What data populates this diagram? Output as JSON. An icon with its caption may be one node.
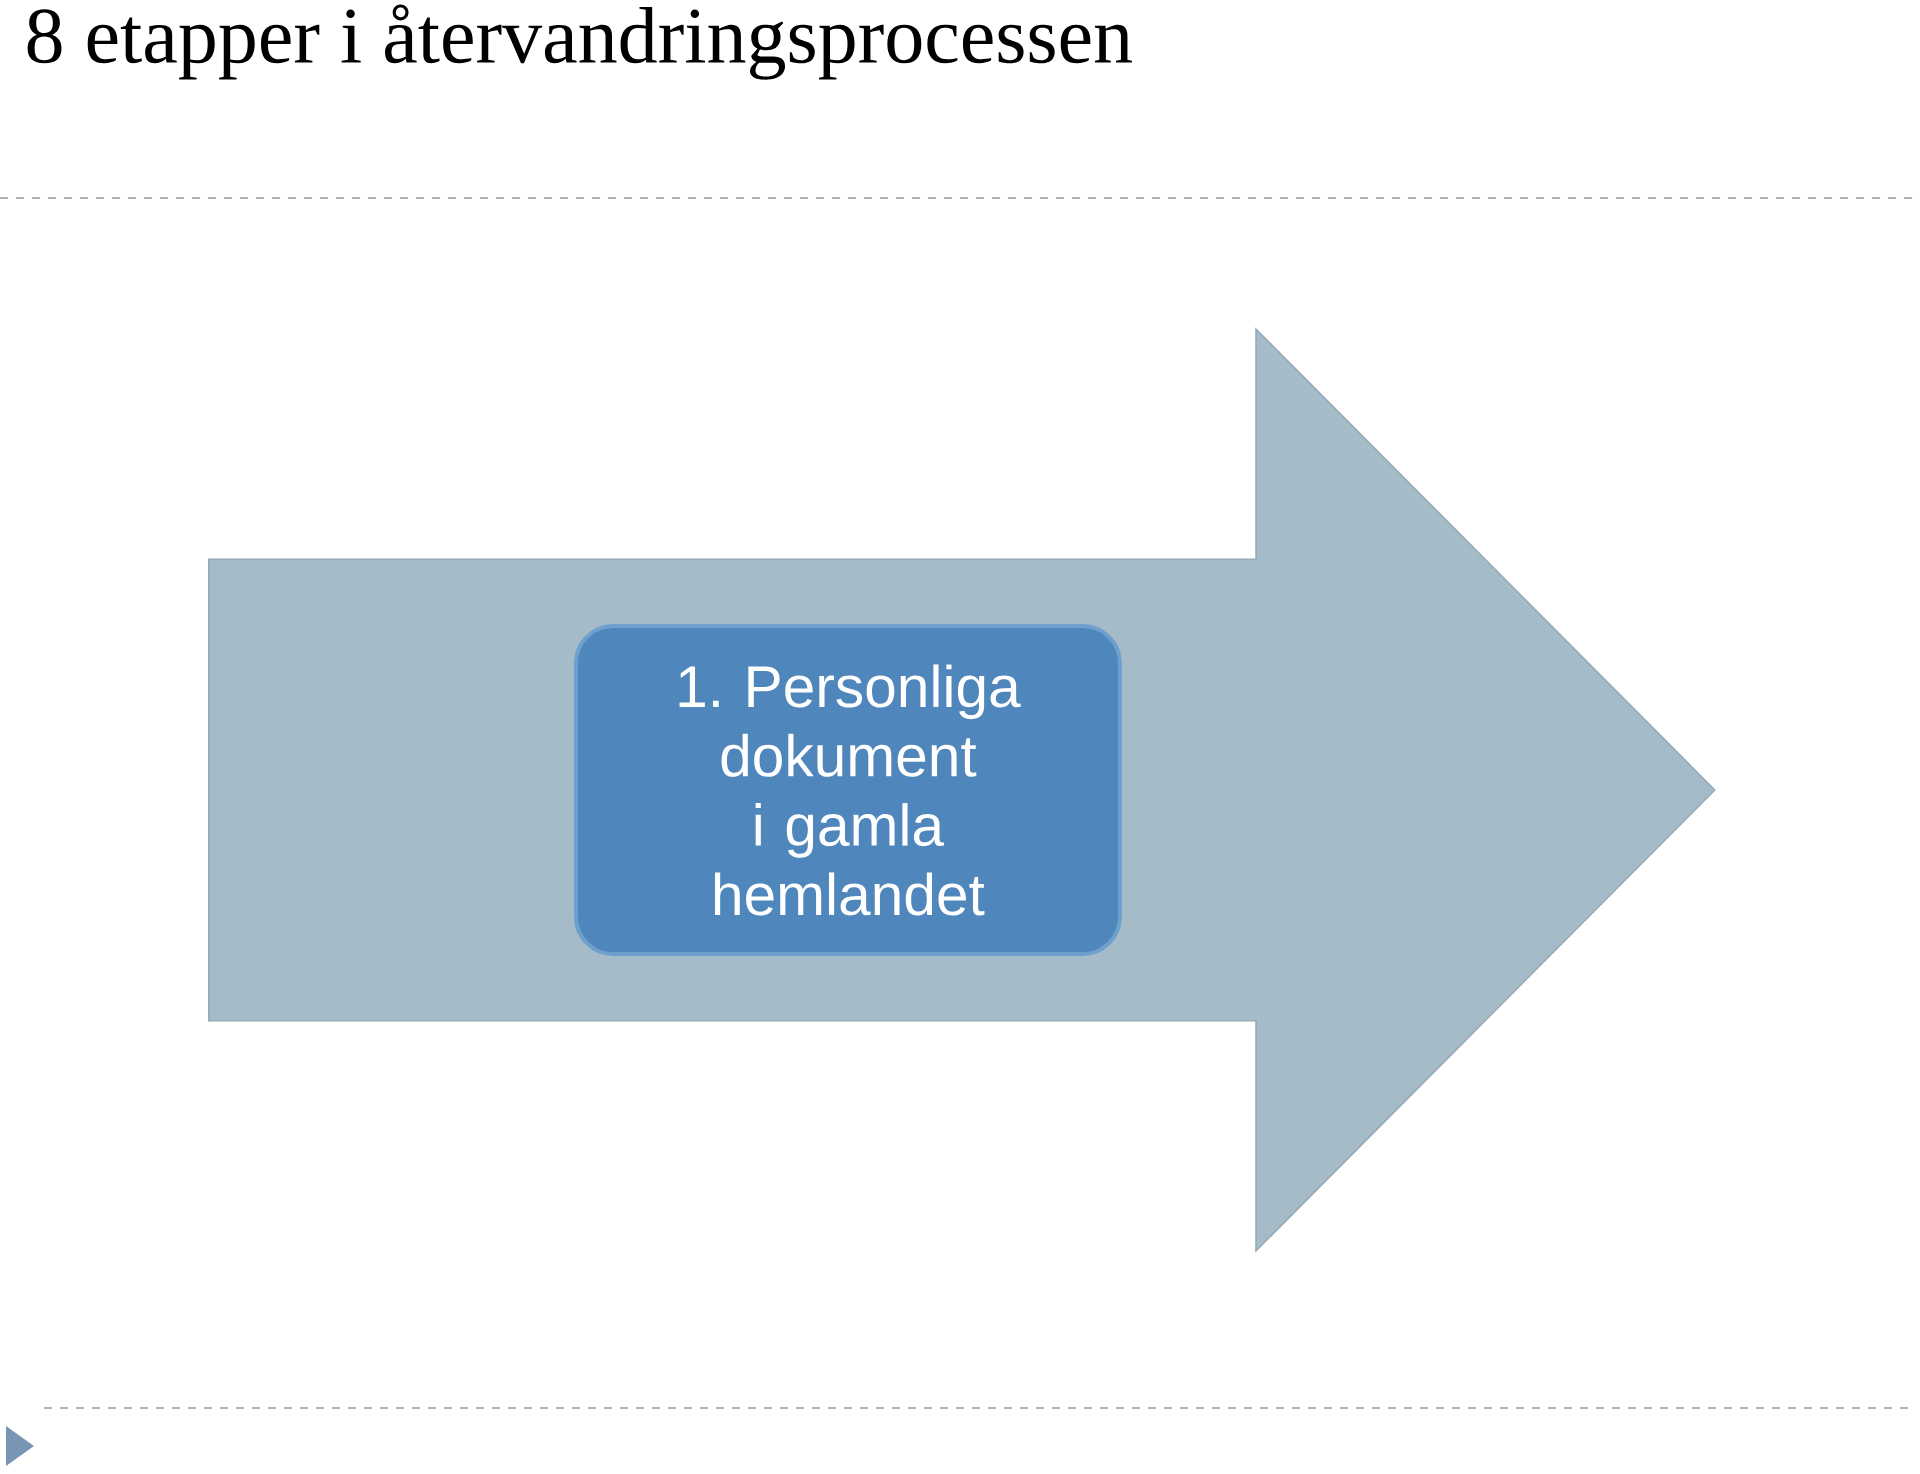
{
  "diagram": {
    "title": "8 etapper i återvandringsprocessen",
    "nodes": [
      {
        "text": [],
        "shape": "arrow"
      },
      {
        "text": [
          "1. Personliga dokument i gamla hemlandet"
        ],
        "in": 0
      }
    ]
  }
}
